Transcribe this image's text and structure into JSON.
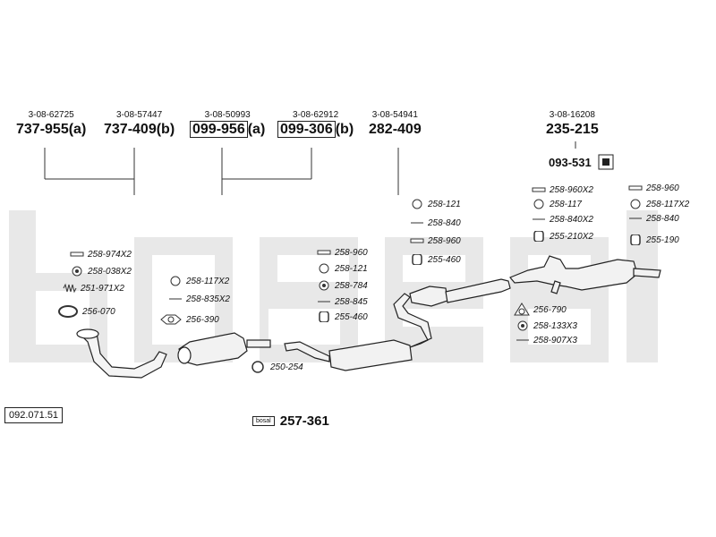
{
  "headers": [
    {
      "ref": "3-08-62725",
      "code": "737-955(a)"
    },
    {
      "ref": "3-08-57447",
      "code": "737-409(b)"
    },
    {
      "ref": "3-08-50993",
      "code": "099-956",
      "suffix": "(a)"
    },
    {
      "ref": "3-08-62912",
      "code": "099-306",
      "suffix": "(b)"
    },
    {
      "ref": "3-08-54941",
      "code": "282-409"
    },
    {
      "ref": "3-08-16208",
      "code": "235-215"
    }
  ],
  "side_code": "093-531",
  "parts_left": [
    "258-974X2",
    "258-038X2",
    "251-971X2",
    "256-070"
  ],
  "parts_mid1": [
    "258-117X2",
    "258-835X2",
    "256-390"
  ],
  "part_clamp": "250-254",
  "parts_mid2": [
    "258-960",
    "258-121",
    "258-784",
    "258-845",
    "255-460"
  ],
  "parts_right1": [
    "258-121",
    "258-840",
    "258-960",
    "255-460"
  ],
  "parts_right2a": [
    "258-960X2",
    "258-117",
    "258-840X2",
    "255-210X2"
  ],
  "parts_right2b": [
    "258-960",
    "258-117X2",
    "258-840",
    "255-190"
  ],
  "parts_bottom_right": [
    "256-790",
    "258-133X3",
    "258-907X3"
  ],
  "doc_number": "092.071.51",
  "kit_badge": "bosal",
  "kit_code": "257-361"
}
